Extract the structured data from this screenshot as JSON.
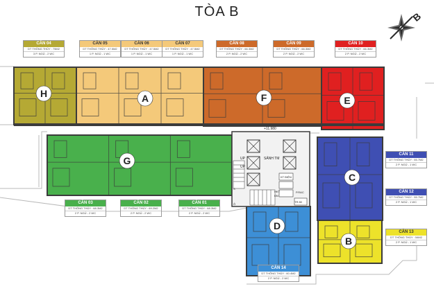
{
  "title": "TÒA B",
  "colors": {
    "olive": "#b5a934",
    "peach": "#f4c97a",
    "orange": "#cd6a2a",
    "red": "#e02020",
    "green": "#49b04c",
    "blue": "#3f4fb3",
    "sky": "#3d8fd6",
    "yellow": "#ede22a",
    "wall": "#3b3b3b"
  },
  "zones": {
    "H": "H",
    "A": "A",
    "F": "F",
    "E": "E",
    "G": "G",
    "C": "C",
    "D": "D",
    "B": "B"
  },
  "units": [
    {
      "id": "04",
      "name": "CĂN 04",
      "area": "DT THÔNG THỦY : 75M2",
      "rooms": "3 P. NGỦ - 2 WC",
      "color": "olive"
    },
    {
      "id": "05",
      "name": "CĂN 05",
      "area": "DT THÔNG THỦY : 47.5M2",
      "rooms": "1 P. NGỦ - 1 WC",
      "color": "peach"
    },
    {
      "id": "06",
      "name": "CĂN 06",
      "area": "DT THÔNG THỦY : 47.5M2",
      "rooms": "1 P. NGỦ - 1 WC",
      "color": "peach"
    },
    {
      "id": "07",
      "name": "CĂN 07",
      "area": "DT THÔNG THỦY : 47.5M2",
      "rooms": "1 P. NGỦ - 1 WC",
      "color": "peach"
    },
    {
      "id": "08",
      "name": "CĂN 08",
      "area": "DT THÔNG THỦY : 66.3M2",
      "rooms": "2 P. NGỦ - 2 WC",
      "color": "orange"
    },
    {
      "id": "09",
      "name": "CĂN 09",
      "area": "DT THÔNG THỦY : 66.3M2",
      "rooms": "2 P. NGỦ - 2 WC",
      "color": "orange"
    },
    {
      "id": "10",
      "name": "CĂN 10",
      "area": "DT THÔNG THỦY : 66.3M2",
      "rooms": "2 P. NGỦ - 2 WC",
      "color": "red"
    },
    {
      "id": "11",
      "name": "CĂN 11",
      "area": "DT THÔNG THỦY : 55.7M2",
      "rooms": "2 P. NGỦ - 1 WC",
      "color": "blue"
    },
    {
      "id": "12",
      "name": "CĂN 12",
      "area": "DT THÔNG THỦY : 55.7M2",
      "rooms": "2 P. NGỦ - 1 WC",
      "color": "blue"
    },
    {
      "id": "13",
      "name": "CĂN 13",
      "area": "DT THÔNG THỦY : 54M2",
      "rooms": "2 P. NGỦ - 1 WC",
      "color": "yellow"
    },
    {
      "id": "14",
      "name": "CĂN 14",
      "area": "DT THÔNG THỦY : 60.4M2",
      "rooms": "2 P. NGỦ - 2 WC",
      "color": "sky"
    },
    {
      "id": "03",
      "name": "CĂN 03",
      "area": "DT THÔNG THỦY : 68.3M2",
      "rooms": "2 P. NGỦ - 2 WC",
      "color": "green"
    },
    {
      "id": "02",
      "name": "CĂN 02",
      "area": "DT THÔNG THỦY : 69.2M2",
      "rooms": "2 P. NGỦ - 2 WC",
      "color": "green"
    },
    {
      "id": "01",
      "name": "CĂN 01",
      "area": "DT THÔNG THỦY : 68.3M2",
      "rooms": "2 P. NGỦ - 2 WC",
      "color": "green"
    }
  ],
  "core": {
    "level": "+11.980",
    "lobby": "SẢNH TM",
    "up1": "UP",
    "up2": "UP",
    "kt": "KT ĐIỆN",
    "trash": "P.RAC",
    "tr": "TR.50",
    "hkt": "HKT",
    "dn": "ĐN",
    "stairs1": "S",
    "stairs2": "Ô"
  },
  "compass": {
    "letter": "B"
  }
}
